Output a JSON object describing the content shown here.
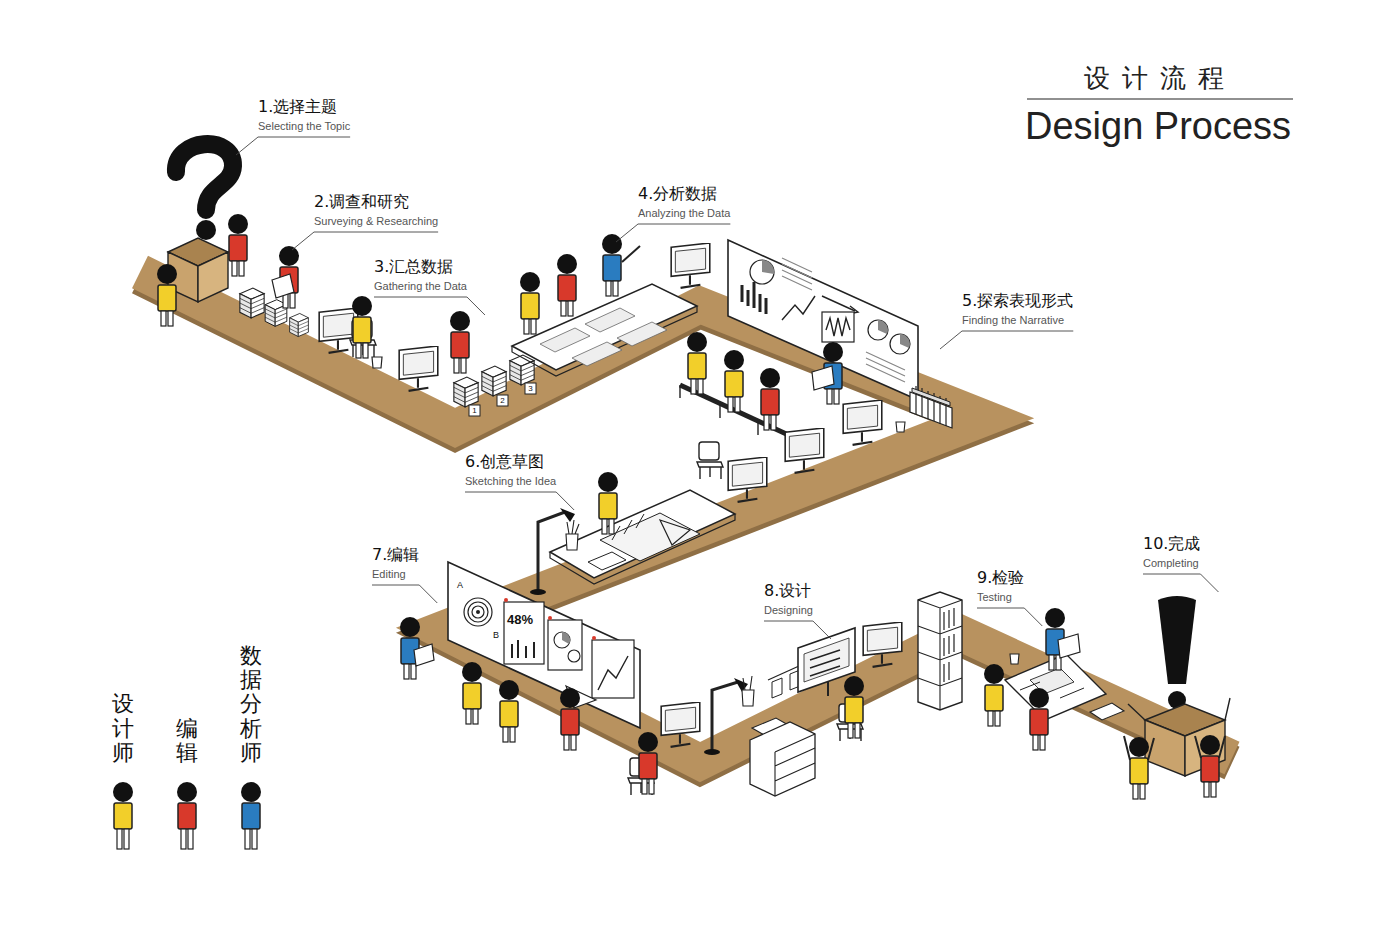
{
  "diagram": {
    "title": "设计流程",
    "labels": [
      "Design Process",
      "1.选择主题",
      "Selecting the Topic",
      "2.调查和研究",
      "Surveying & Researching",
      "3.汇总数据",
      "Gathering the Data",
      "4.分析数据",
      "Analyzing the Data",
      "5.探索表现形式",
      "Finding the Narrative",
      "6.创意草图",
      "Sketching the Idea",
      "7.编辑",
      "Editing",
      "8.设计",
      "Designing",
      "9.检验",
      "Testing",
      "10.完成",
      "Completing",
      "1",
      "2",
      "3",
      "A",
      "B",
      "48%"
    ],
    "legend": [
      {
        "text": "设计师",
        "color": "#f2cf2a"
      },
      {
        "text": "编辑",
        "color": "#d8392b"
      },
      {
        "text": "数据分析师",
        "color": "#2a7cc0"
      }
    ]
  }
}
